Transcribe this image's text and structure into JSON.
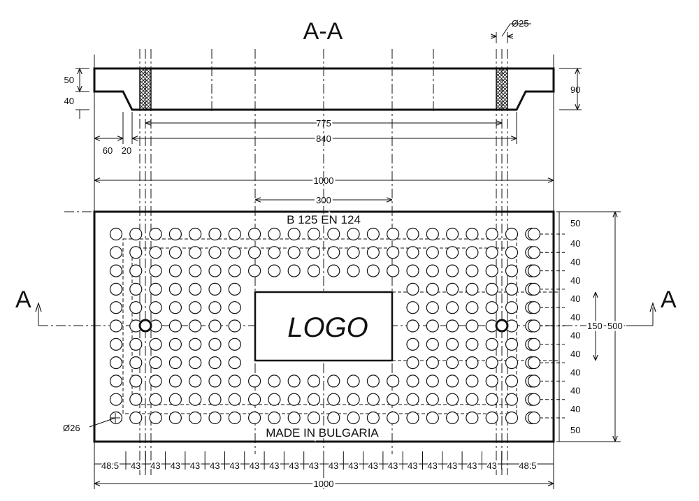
{
  "section_title": "A-A",
  "section_marks": {
    "left": "A",
    "right": "A"
  },
  "plate": {
    "load_class": "B 125 EN 124",
    "origin": "MADE IN BULGARIA",
    "logo": "LOGO"
  },
  "section_dims": {
    "hole_dia": "Ø25",
    "top_thickness": "50",
    "step_height": "40",
    "total_height": "90",
    "inner_span": "775",
    "outer_span": "840",
    "edge_60": "60",
    "edge_20": "20",
    "full_width": "1000",
    "logo_width": "300"
  },
  "plan_dims": {
    "hole_dia": "Ø26",
    "height_total": "500",
    "logo_height": "150",
    "right_column": [
      "50",
      "40",
      "40",
      "40",
      "40",
      "40",
      "40",
      "40",
      "40",
      "40",
      "40",
      "50"
    ],
    "bottom_row": [
      "48.5",
      "43",
      "43",
      "43",
      "43",
      "43",
      "43",
      "43",
      "43",
      "43",
      "43",
      "43",
      "43",
      "43",
      "43",
      "43",
      "43",
      "43",
      "43",
      "43",
      "48.5"
    ],
    "full_width": "1000"
  }
}
